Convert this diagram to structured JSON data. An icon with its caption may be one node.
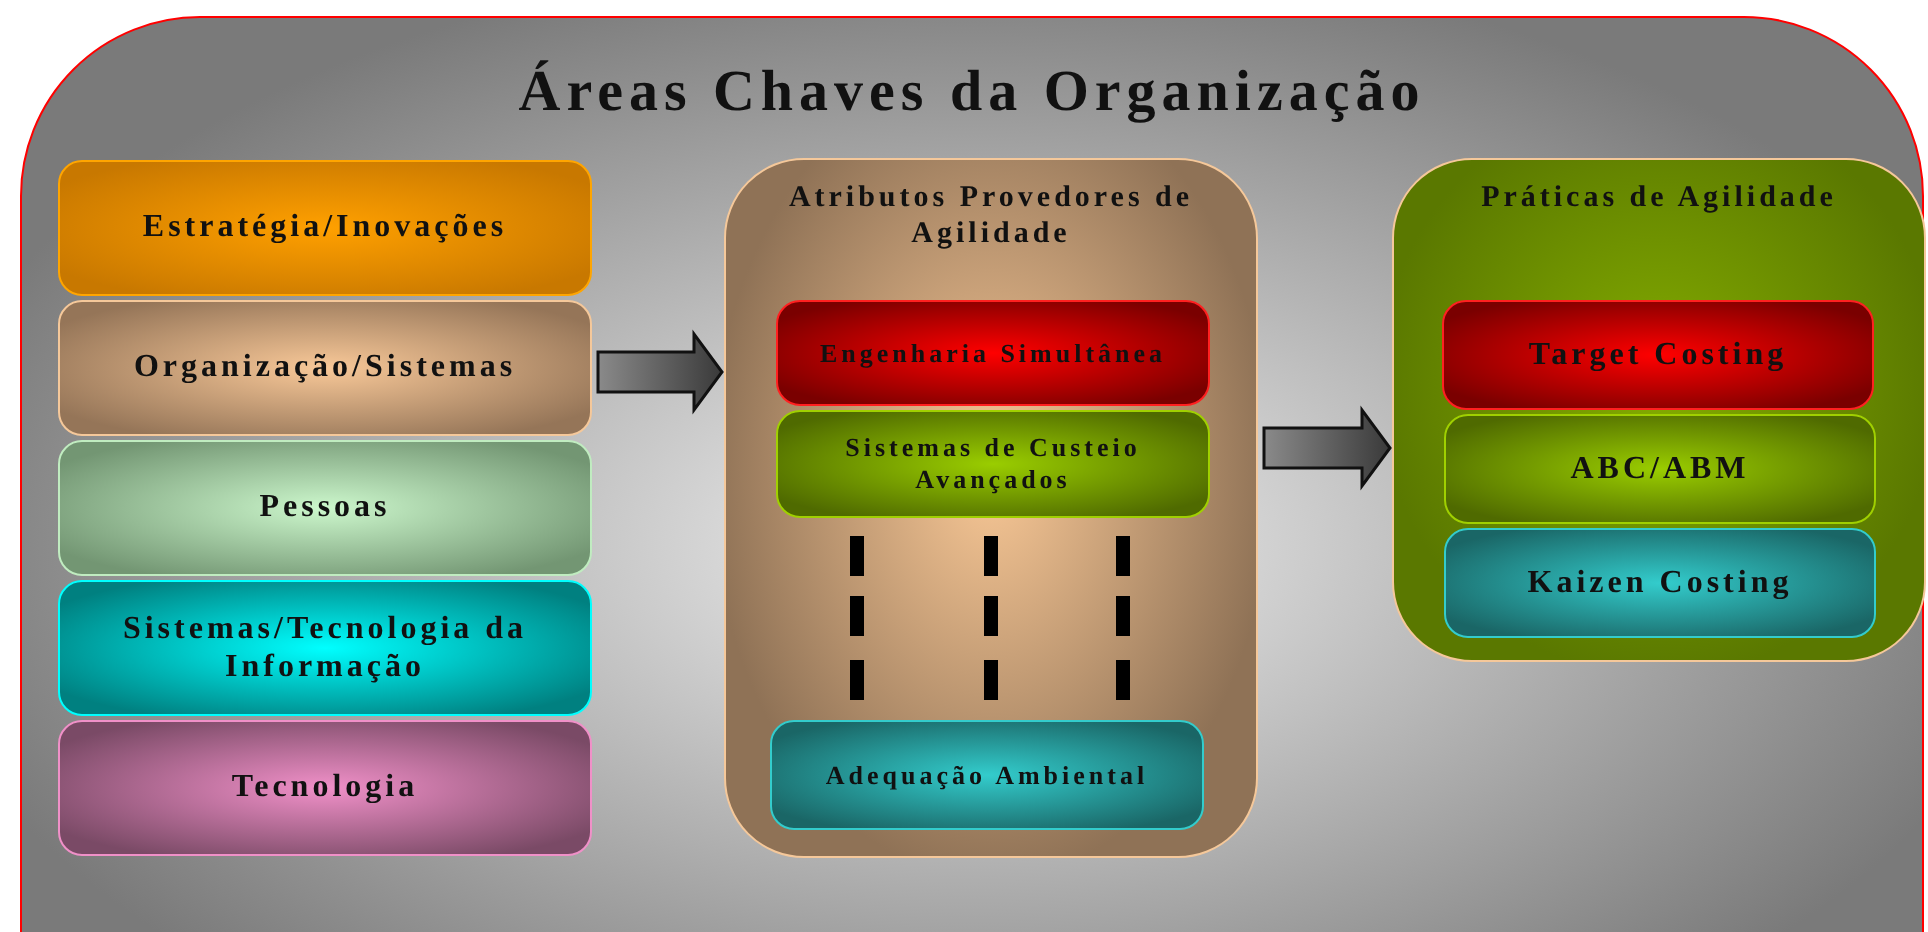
{
  "diagram": {
    "nodes": [
      {
        "text": [
          "Áreas Chaves da Organização"
        ]
      },
      {
        "text": [
          "Estratégia/Inovações"
        ],
        "in": 0
      },
      {
        "text": [
          "Organização/Sistemas"
        ],
        "in": 0
      },
      {
        "text": [
          "Pessoas"
        ],
        "in": 0
      },
      {
        "text": [
          "Sistemas/Tecnologia da Informação"
        ],
        "in": 0
      },
      {
        "text": [
          "Tecnologia"
        ],
        "in": 0
      },
      {
        "text": [
          "Atributos Provedores de Agilidade"
        ],
        "in": 0
      },
      {
        "text": [
          "Engenharia Simultânea"
        ],
        "in": 6
      },
      {
        "text": [
          "Sistemas de Custeio Avançados"
        ],
        "in": 6
      },
      {
        "text": [
          "Adequação Ambiental"
        ],
        "in": 6
      },
      {
        "text": [
          "Práticas de Agilidade"
        ],
        "in": 0
      },
      {
        "text": [
          "Target Costing"
        ],
        "in": 10
      },
      {
        "text": [
          "ABC/ABM"
        ],
        "in": 10
      },
      {
        "text": [
          "Kaizen Costing"
        ],
        "in": 10
      }
    ],
    "edges": [
      {
        "from": 2,
        "to": 6,
        "arrow": "to",
        "style": "thick"
      },
      {
        "from": 6,
        "to": 10,
        "arrow": "to",
        "style": "thick"
      }
    ]
  }
}
